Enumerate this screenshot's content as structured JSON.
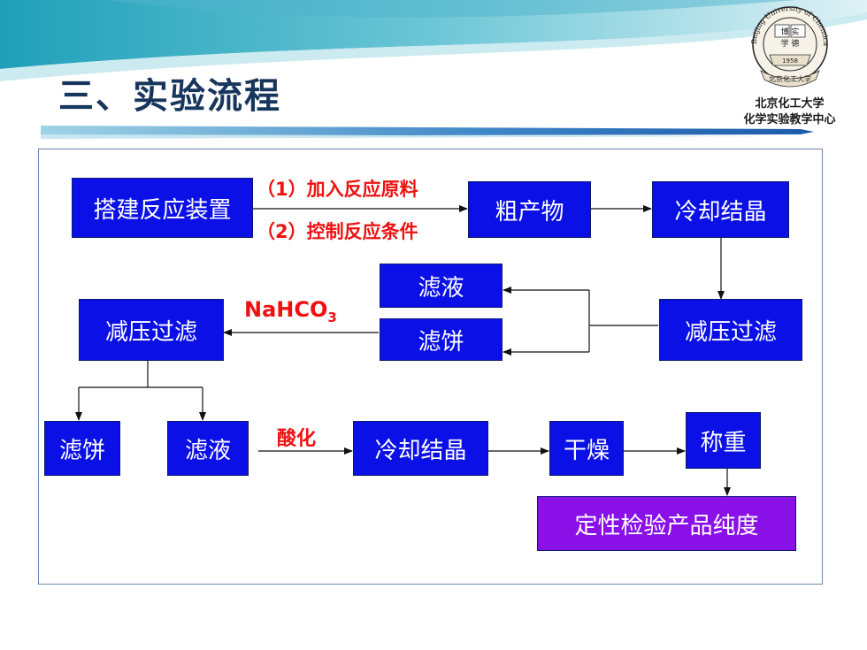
{
  "slide": {
    "title": "三、实验流程",
    "institution_line1": "北京化工大学",
    "institution_line2": "化学实验教学中心",
    "logo": {
      "inner_text_top": "博 实",
      "inner_text_bottom": "学 德",
      "year": "1958",
      "ring_text": "Beijing University of Chemical Technology",
      "banner_text": "北京化工大学"
    }
  },
  "flowchart": {
    "boxes": {
      "setup": "搭建反应装置",
      "crude": "粗产物",
      "cool1": "冷却结晶",
      "filter_liquid_top": "滤液",
      "filter_cake_top": "滤饼",
      "vacuum_right": "减压过滤",
      "vacuum_left": "减压过滤",
      "cake_bottom": "滤饼",
      "liquid_bottom": "滤液",
      "cool2": "冷却结晶",
      "dry": "干燥",
      "weigh": "称重",
      "purity": "定性检验产品纯度"
    },
    "labels": {
      "step1": "（1）加入反应原料",
      "step2": "（2）控制反应条件",
      "reagent_main": "NaHCO",
      "reagent_sub": "3",
      "acidify": "酸化"
    }
  },
  "colors": {
    "box": "#0b10e6",
    "purple_box": "#8a10e8",
    "label": "#ee1111",
    "title": "#17365d"
  }
}
